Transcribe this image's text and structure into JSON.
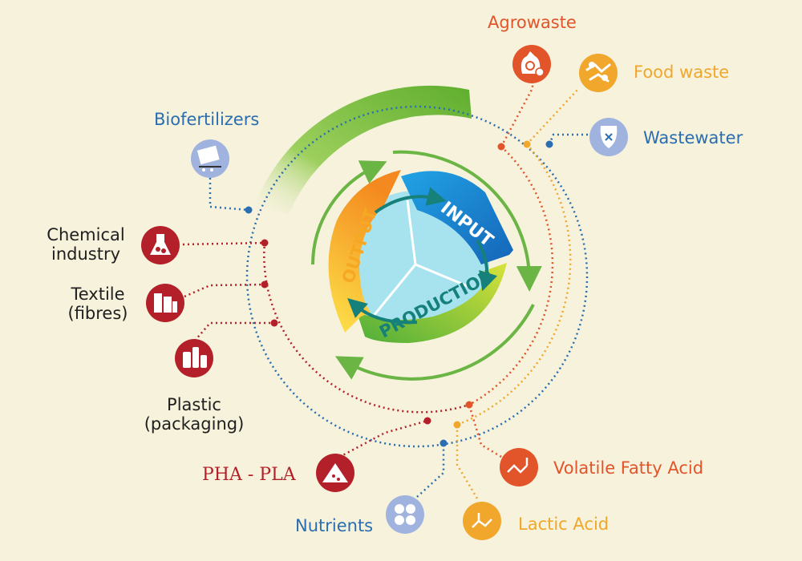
{
  "cycle": {
    "input_label": "INPUT",
    "production_label": "PRODUCTION",
    "output_label": "OUTPUT"
  },
  "inputs": [
    {
      "label": "Agrowaste",
      "icon": "agrowaste-icon",
      "color": "#e2542a"
    },
    {
      "label": "Food waste",
      "icon": "food-waste-icon",
      "color": "#f0a72b"
    },
    {
      "label": "Wastewater",
      "icon": "wastewater-icon",
      "color": "#2a6db0"
    }
  ],
  "outputs": [
    {
      "label": "Biofertilizers",
      "icon": "biofertilizer-icon",
      "color": "#2a6db0"
    },
    {
      "label_lines": [
        "Chemical",
        "industry"
      ],
      "icon": "chemical-flask-icon",
      "color": "#b3202a"
    },
    {
      "label_lines": [
        "Textile",
        "(fibres)"
      ],
      "icon": "textile-spool-icon",
      "color": "#b3202a"
    },
    {
      "label_lines": [
        "Plastic",
        "(packaging)"
      ],
      "icon": "plastic-bottles-icon",
      "color": "#b3202a"
    }
  ],
  "products": [
    {
      "label": "PHA - PLA",
      "icon": "pha-pla-icon",
      "color": "#b3202a"
    },
    {
      "label": "Nutrients",
      "icon": "nutrients-icon",
      "color": "#2a6db0"
    },
    {
      "label": "Lactic Acid",
      "icon": "lactic-acid-icon",
      "color": "#f0a72b"
    },
    {
      "label": "Volatile Fatty Acid",
      "icon": "volatile-fatty-acid-icon",
      "color": "#e2542a"
    }
  ],
  "colors": {
    "background": "#f6f2dc",
    "input_arrow": "#1e8fd6",
    "production_arrow": "#8cc63f",
    "output_arrow": "#f7a823",
    "outer_arrow": "#6ab544",
    "center_circle": "#a6e3ef"
  }
}
